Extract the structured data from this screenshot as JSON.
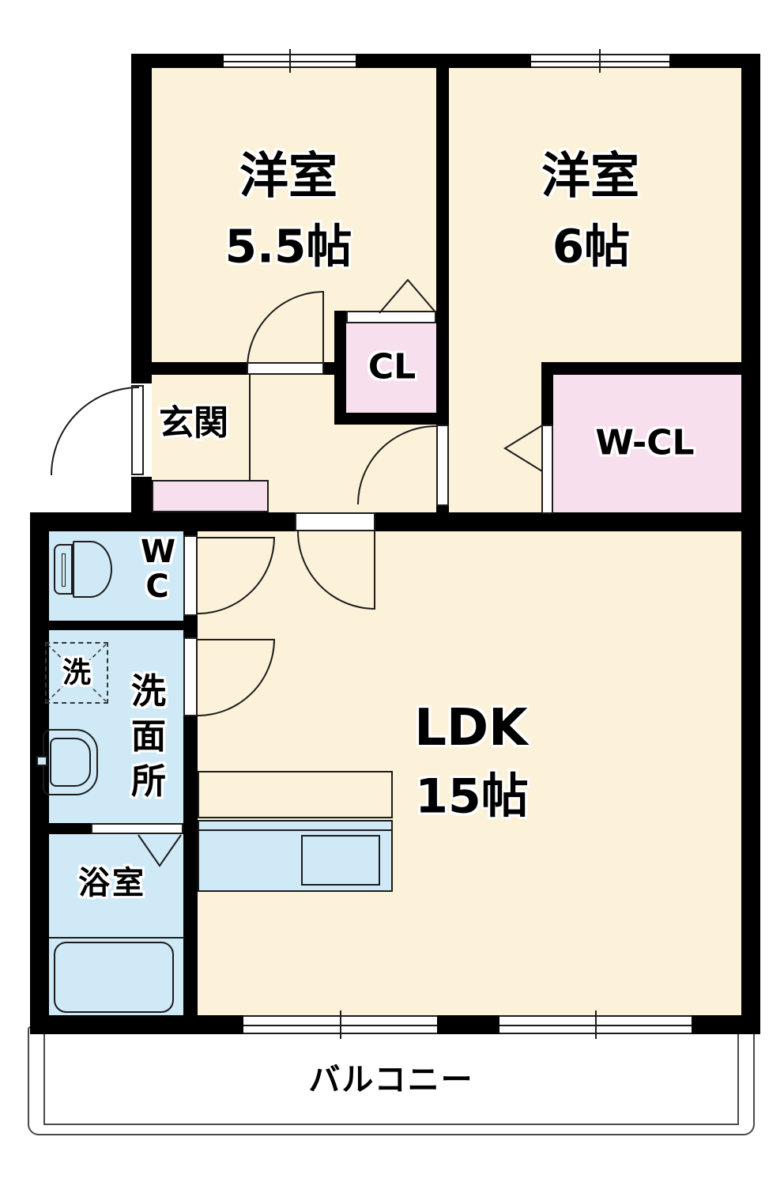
{
  "rooms": {
    "bedroom1": {
      "name": "洋室",
      "size": "5.5帖"
    },
    "bedroom2": {
      "name": "洋室",
      "size": "6帖"
    },
    "ldk": {
      "name": "LDK",
      "size": "15帖"
    },
    "closet": {
      "label": "CL"
    },
    "walk_in_closet": {
      "label": "W-CL"
    },
    "entrance": {
      "label": "玄関"
    },
    "toilet": {
      "label": "WC"
    },
    "laundry": {
      "label": "洗"
    },
    "washroom": {
      "label": "洗面所"
    },
    "bathroom": {
      "label": "浴室"
    },
    "balcony": {
      "label": "バルコニー"
    }
  },
  "colors": {
    "floor": "#fcf2da",
    "wet": "#cfe9f6",
    "closet": "#f8dfee",
    "wall": "#000000",
    "line": "#1c1c1c",
    "balcony_line": "#4a4a4a"
  }
}
